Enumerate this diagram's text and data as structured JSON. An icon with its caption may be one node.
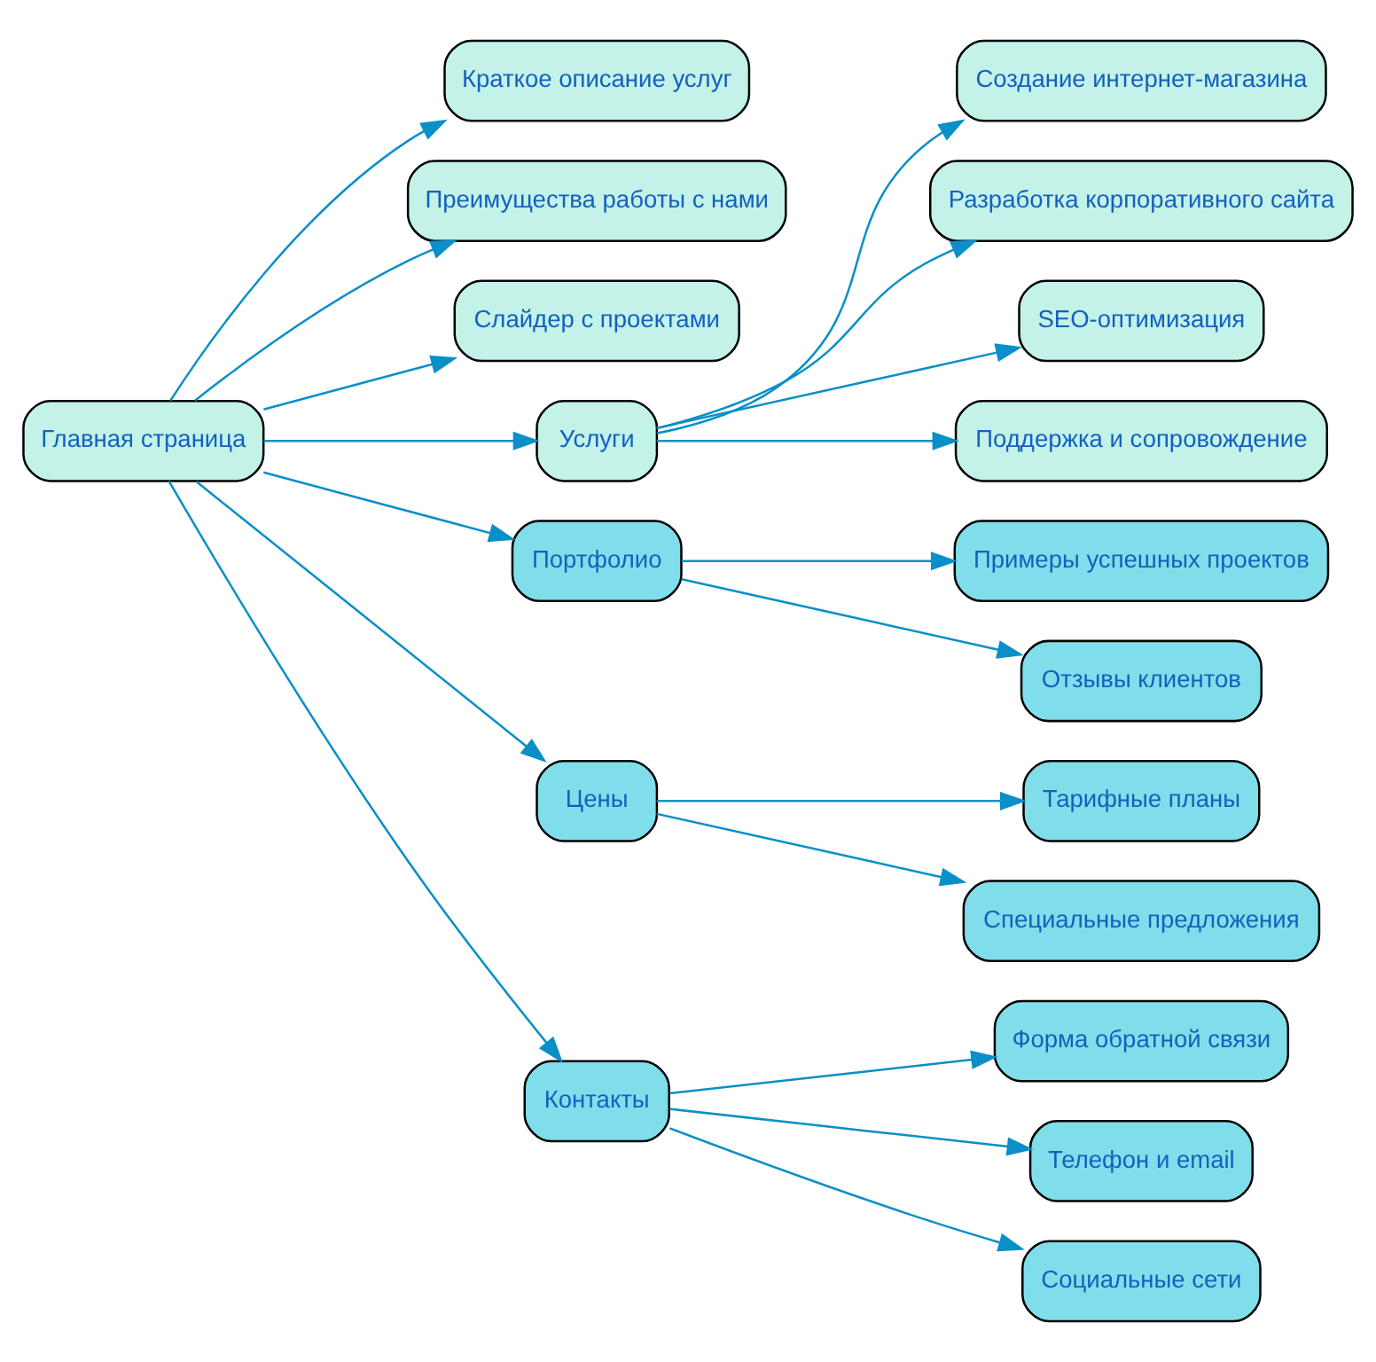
{
  "diagram": {
    "nodes": [
      {
        "text": [
          "Главная страница"
        ]
      },
      {
        "text": [
          "Краткое описание услуг"
        ]
      },
      {
        "text": [
          "Преимущества работы с нами"
        ]
      },
      {
        "text": [
          "Слайдер с проектами"
        ]
      },
      {
        "text": [
          "Услуги"
        ]
      },
      {
        "text": [
          "Портфолио"
        ]
      },
      {
        "text": [
          "Цены"
        ]
      },
      {
        "text": [
          "Контакты"
        ]
      },
      {
        "text": [
          "Создание интернет-магазина"
        ]
      },
      {
        "text": [
          "Разработка корпоративного сайта"
        ]
      },
      {
        "text": [
          "SEO-оптимизация"
        ]
      },
      {
        "text": [
          "Поддержка и сопровождение"
        ]
      },
      {
        "text": [
          "Примеры успешных проектов"
        ]
      },
      {
        "text": [
          "Отзывы клиентов"
        ]
      },
      {
        "text": [
          "Тарифные планы"
        ]
      },
      {
        "text": [
          "Специальные предложения"
        ]
      },
      {
        "text": [
          "Форма обратной связи"
        ]
      },
      {
        "text": [
          "Телефон и email"
        ]
      },
      {
        "text": [
          "Социальные сети"
        ]
      }
    ],
    "edges": [
      {
        "from": 0,
        "to": 1,
        "arrow": "to"
      },
      {
        "from": 0,
        "to": 2,
        "arrow": "to"
      },
      {
        "from": 0,
        "to": 3,
        "arrow": "to"
      },
      {
        "from": 0,
        "to": 4,
        "arrow": "to"
      },
      {
        "from": 0,
        "to": 5,
        "arrow": "to"
      },
      {
        "from": 0,
        "to": 6,
        "arrow": "to"
      },
      {
        "from": 0,
        "to": 7,
        "arrow": "to"
      },
      {
        "from": 4,
        "to": 8,
        "arrow": "to"
      },
      {
        "from": 4,
        "to": 9,
        "arrow": "to"
      },
      {
        "from": 4,
        "to": 10,
        "arrow": "to"
      },
      {
        "from": 4,
        "to": 11,
        "arrow": "to"
      },
      {
        "from": 5,
        "to": 12,
        "arrow": "to"
      },
      {
        "from": 5,
        "to": 13,
        "arrow": "to"
      },
      {
        "from": 6,
        "to": 14,
        "arrow": "to"
      },
      {
        "from": 6,
        "to": 15,
        "arrow": "to"
      },
      {
        "from": 7,
        "to": 16,
        "arrow": "to"
      },
      {
        "from": 7,
        "to": 17,
        "arrow": "to"
      },
      {
        "from": 7,
        "to": 18,
        "arrow": "to"
      }
    ]
  }
}
